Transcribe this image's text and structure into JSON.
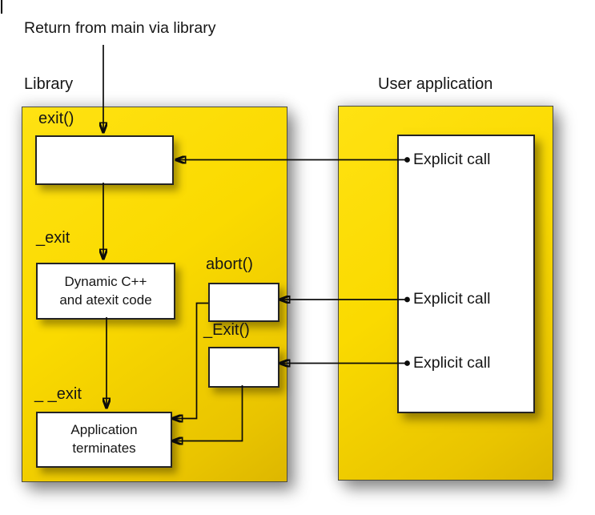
{
  "annotation": "Return from main via library",
  "library": {
    "label": "Library",
    "exit_label": "exit()",
    "underscore_exit_label": "_exit",
    "dynamic_box": {
      "line1": "Dynamic C++",
      "line2": "and atexit code"
    },
    "abort_label": "abort()",
    "capital_exit_label": "_Exit()",
    "double_underscore_exit_label": "_ _exit",
    "terminate_box": {
      "line1": "Application",
      "line2": "terminates"
    }
  },
  "user_application": {
    "label": "User application",
    "calls": [
      {
        "label": "Explicit call"
      },
      {
        "label": "Explicit call"
      },
      {
        "label": "Explicit call"
      }
    ]
  },
  "colors": {
    "box_yellow": "#FFDE00",
    "box_yellow_dark": "#DDB700",
    "yellow_box_border": "#4B4B42",
    "white_box_border": "#242424",
    "connector_line": "#0B0B0B",
    "text": "#161616"
  }
}
